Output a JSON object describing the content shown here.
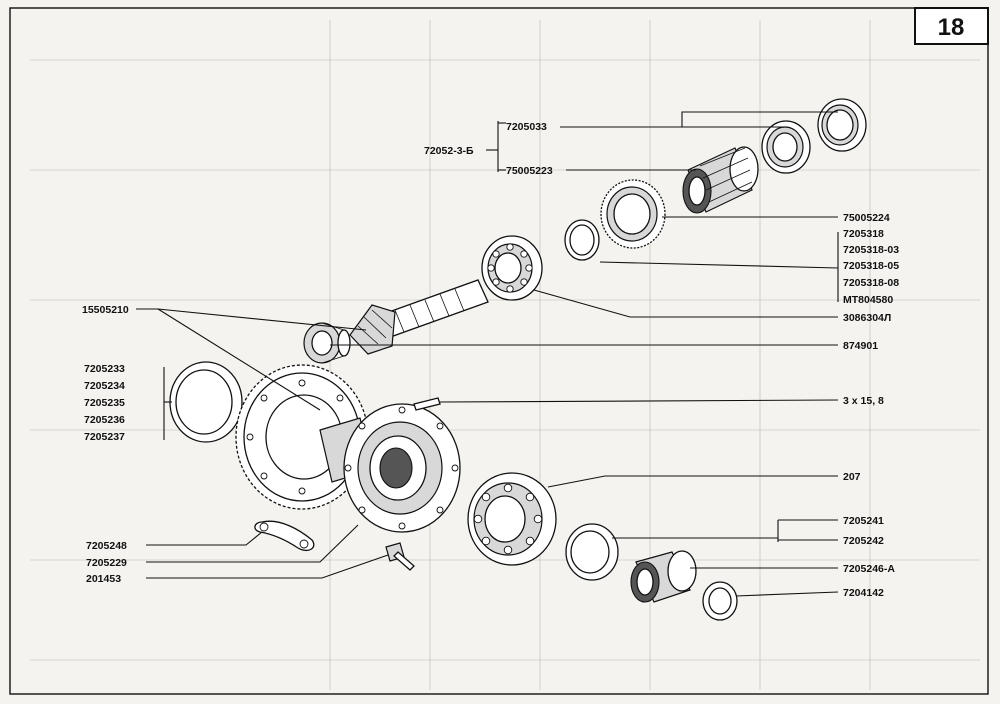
{
  "page_number": "18",
  "callouts": {
    "p7205033": "7205033",
    "p72052_3_b": "72052-3-Б",
    "p75005223": "75005223",
    "p75005224": "75005224",
    "p7205318": "7205318",
    "p7205318_03": "7205318-03",
    "p7205318_05": "7205318-05",
    "p7205318_08": "7205318-08",
    "mt804580": "MT804580",
    "p15505210": "15505210",
    "p3086304l": "3086304Л",
    "p874901": "874901",
    "p7205233": "7205233",
    "p7205234": "7205234",
    "p7205235": "7205235",
    "p7205236": "7205236",
    "p7205237": "7205237",
    "pin_3x15_8": "3 х 15, 8",
    "p207": "207",
    "p7205241": "7205241",
    "p7205242": "7205242",
    "p7205248": "7205248",
    "p7205229": "7205229",
    "p201453": "201453",
    "p7205246_a": "7205246-А",
    "p7204142": "7204142"
  },
  "icons": {
    "bearing": "ball-bearing-icon",
    "gear": "gear-icon",
    "ring": "ring-icon",
    "bolt": "bolt-icon"
  },
  "colors": {
    "paper": "#f4f3ef",
    "ink": "#111111",
    "shade": "#d8d8d8"
  }
}
